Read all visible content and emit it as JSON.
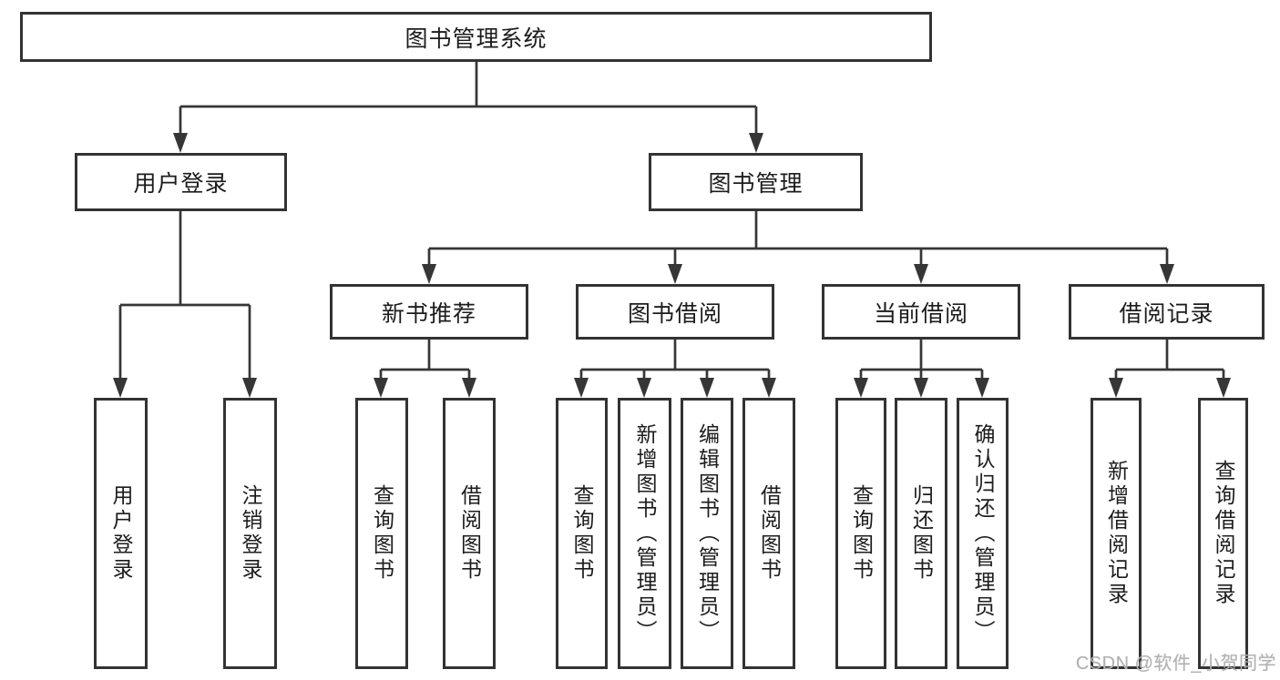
{
  "colors": {
    "box_border": "#333333",
    "connector": "#363636",
    "text": "#1c1c1c",
    "watermark": "#b2b2b2",
    "background": "#ffffff"
  },
  "watermark": {
    "text": "CSDN @软件_小贺同学"
  },
  "diagram": {
    "type": "hierarchy-tree",
    "root": {
      "label": "图书管理系统"
    },
    "level2": {
      "user_login": {
        "label": "用户登录"
      },
      "book_management": {
        "label": "图书管理"
      }
    },
    "level3": {
      "new_book_recommend": {
        "label": "新书推荐",
        "parent": "图书管理"
      },
      "book_borrowing": {
        "label": "图书借阅",
        "parent": "图书管理"
      },
      "current_borrowing": {
        "label": "当前借阅",
        "parent": "图书管理"
      },
      "borrowing_records": {
        "label": "借阅记录",
        "parent": "图书管理"
      }
    },
    "leaves": {
      "user_login_leaf": {
        "label": "用户登录",
        "parent": "用户登录"
      },
      "logout": {
        "label": "注销登录",
        "parent": "用户登录"
      },
      "rec_query_book": {
        "label": "查询图书",
        "parent": "新书推荐"
      },
      "rec_borrow_book": {
        "label": "借阅图书",
        "parent": "新书推荐"
      },
      "bb_query_book": {
        "label": "查询图书",
        "parent": "图书借阅"
      },
      "bb_add_book": {
        "label": "新增图书（管理员）",
        "parent": "图书借阅"
      },
      "bb_edit_book": {
        "label": "编辑图书（管理员）",
        "parent": "图书借阅"
      },
      "bb_borrow_book": {
        "label": "借阅图书",
        "parent": "图书借阅"
      },
      "cb_query_book": {
        "label": "查询图书",
        "parent": "当前借阅"
      },
      "cb_return_book": {
        "label": "归还图书",
        "parent": "当前借阅"
      },
      "cb_confirm_return": {
        "label": "确认归还（管理员）",
        "parent": "当前借阅"
      },
      "br_add_record": {
        "label": "新增借阅记录",
        "parent": "借阅记录"
      },
      "br_query_record": {
        "label": "查询借阅记录",
        "parent": "借阅记录"
      }
    }
  }
}
